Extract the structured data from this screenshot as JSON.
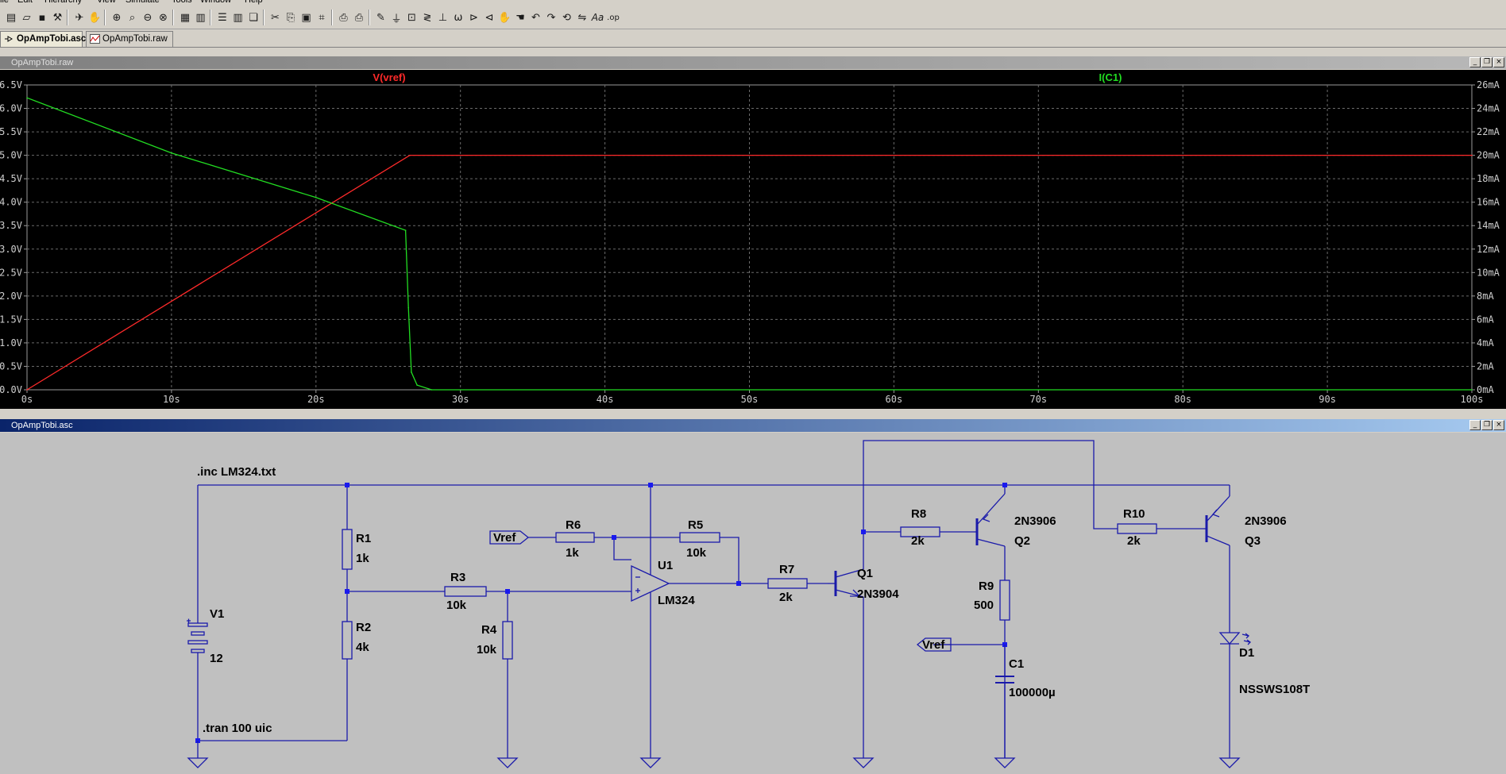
{
  "menu": [
    "ile",
    "Edit",
    "Hierarchy",
    "View",
    "Simulate",
    "Tools",
    "Window",
    "Help"
  ],
  "toolbar_icons": [
    "new-schematic-icon",
    "open-icon",
    "save-icon",
    "control-panel-icon",
    "run-icon",
    "pan-icon",
    "zoom-in-icon",
    "zoom-area-icon",
    "zoom-out-icon",
    "zoom-cancel-icon",
    "autorange-icon",
    "waveform-grid-icon",
    "tile-horizontal-icon",
    "tile-vertical-icon",
    "cascade-icon",
    "cut-icon",
    "copy-icon",
    "paste-icon",
    "find-icon",
    "print-setup-icon",
    "print-icon",
    "draw-wire-icon",
    "ground-icon",
    "label-net-icon",
    "resistor-icon",
    "capacitor-icon",
    "inductor-icon",
    "diode-icon",
    "component-icon",
    "move-icon",
    "drag-icon",
    "undo-icon",
    "redo-icon",
    "rotate-icon",
    "mirror-icon",
    "text-icon",
    "spice-directive-icon"
  ],
  "toolbar_text": {
    "text_tool": "Aa",
    "spice_tool": ".op"
  },
  "tabs": [
    {
      "label": "OpAmpTobi.asc",
      "active": true
    },
    {
      "label": "OpAmpTobi.raw",
      "active": false
    }
  ],
  "raw_window": {
    "title": "OpAmpTobi.raw"
  },
  "asc_window": {
    "title": "OpAmpTobi.asc"
  },
  "window_controls": {
    "minimize": "_",
    "restore": "❐",
    "close": "×"
  },
  "chart_data": {
    "type": "line",
    "x_ticks": [
      "0s",
      "10s",
      "20s",
      "30s",
      "40s",
      "50s",
      "60s",
      "70s",
      "80s",
      "90s",
      "100s"
    ],
    "xlim": [
      0,
      100
    ],
    "left_axis": {
      "ticks": [
        "0.0V",
        "0.5V",
        "1.0V",
        "1.5V",
        "2.0V",
        "2.5V",
        "3.0V",
        "3.5V",
        "4.0V",
        "4.5V",
        "5.0V",
        "5.5V",
        "6.0V",
        "6.5V"
      ],
      "ylim": [
        0,
        6.5
      ]
    },
    "right_axis": {
      "ticks": [
        "0mA",
        "2mA",
        "4mA",
        "6mA",
        "8mA",
        "10mA",
        "12mA",
        "14mA",
        "16mA",
        "18mA",
        "20mA",
        "22mA",
        "24mA",
        "26mA"
      ],
      "ylim": [
        0,
        26
      ]
    },
    "grid": true,
    "series": [
      {
        "name": "V(vref)",
        "color": "#ff2a2a",
        "axis": "left",
        "x": [
          0,
          26.5,
          100
        ],
        "y": [
          0,
          5.0,
          5.0
        ]
      },
      {
        "name": "I(C1)",
        "color": "#22dd22",
        "axis": "right",
        "x": [
          0,
          10,
          20,
          26.2,
          26.4,
          26.6,
          27.0,
          28.0,
          100
        ],
        "y": [
          24.9,
          20.2,
          16.4,
          13.6,
          7.0,
          1.5,
          0.4,
          0.0,
          0.0
        ]
      }
    ]
  },
  "schematic": {
    "directive_inc": ".inc LM324.txt",
    "directive_tran": ".tran 100 uic",
    "net_vref": "Vref",
    "components": {
      "V1": {
        "ref": "V1",
        "value": "12"
      },
      "R1": {
        "ref": "R1",
        "value": "1k"
      },
      "R2": {
        "ref": "R2",
        "value": "4k"
      },
      "R3": {
        "ref": "R3",
        "value": "10k"
      },
      "R4": {
        "ref": "R4",
        "value": "10k"
      },
      "R5": {
        "ref": "R5",
        "value": "10k"
      },
      "R6": {
        "ref": "R6",
        "value": "1k"
      },
      "R7": {
        "ref": "R7",
        "value": "2k"
      },
      "R8": {
        "ref": "R8",
        "value": "2k"
      },
      "R9": {
        "ref": "R9",
        "value": "500"
      },
      "R10": {
        "ref": "R10",
        "value": "2k"
      },
      "U1": {
        "ref": "U1",
        "value": "LM324"
      },
      "Q1": {
        "ref": "Q1",
        "value": "2N3904"
      },
      "Q2": {
        "ref": "Q2",
        "value": "2N3906"
      },
      "Q3": {
        "ref": "Q3",
        "value": "2N3906"
      },
      "C1": {
        "ref": "C1",
        "value": "100000µ"
      },
      "D1": {
        "ref": "D1",
        "value": "NSSWS108T"
      }
    }
  },
  "colors": {
    "wire": "#1a1aaa",
    "junction": "#1a1aee",
    "grid": "#6a6a6a",
    "axis_text": "#cfcfcf"
  }
}
